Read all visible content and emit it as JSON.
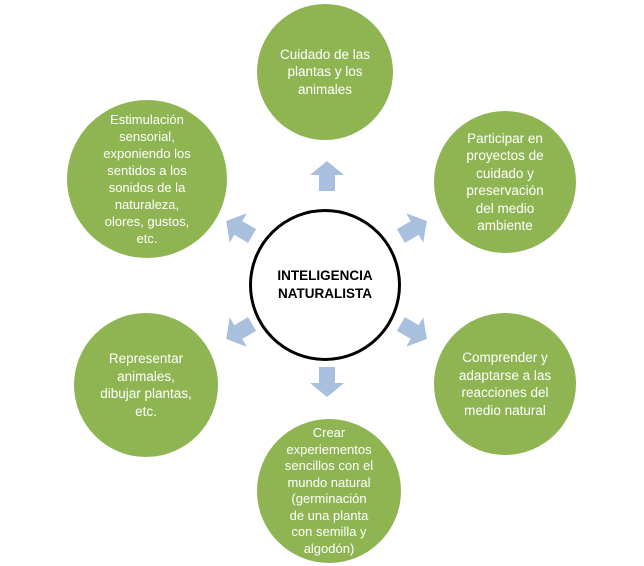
{
  "diagram": {
    "center_label": "INTELIGENCIA\nNATURALISTA",
    "nodes": [
      {
        "id": "top",
        "label": "Cuidado de las\nplantas y los\nanimales"
      },
      {
        "id": "upper-right",
        "label": "Participar en\nproyectos de\ncuidado y\npreservación\ndel medio\nambiente"
      },
      {
        "id": "lower-right",
        "label": "Comprender  y\nadaptarse a las\nreacciones del\nmedio natural"
      },
      {
        "id": "bottom",
        "label": "Crear\nexperiementos\nsencillos con el\nmundo natural\n(germinación\nde una planta\ncon semilla y\nalgodón)"
      },
      {
        "id": "lower-left",
        "label": "Representar\nanimales,\ndibujar plantas,\netc."
      },
      {
        "id": "upper-left",
        "label": "Estimulación\nsensorial,\nexponiendo los\nsentidos a los\nsonidos de la\nnaturaleza,\nolores, gustos,\netc."
      }
    ],
    "colors": {
      "node_fill": "#8fb553",
      "arrow_fill": "#a9bfde",
      "center_border": "#000000",
      "node_text": "#ffffff"
    }
  }
}
